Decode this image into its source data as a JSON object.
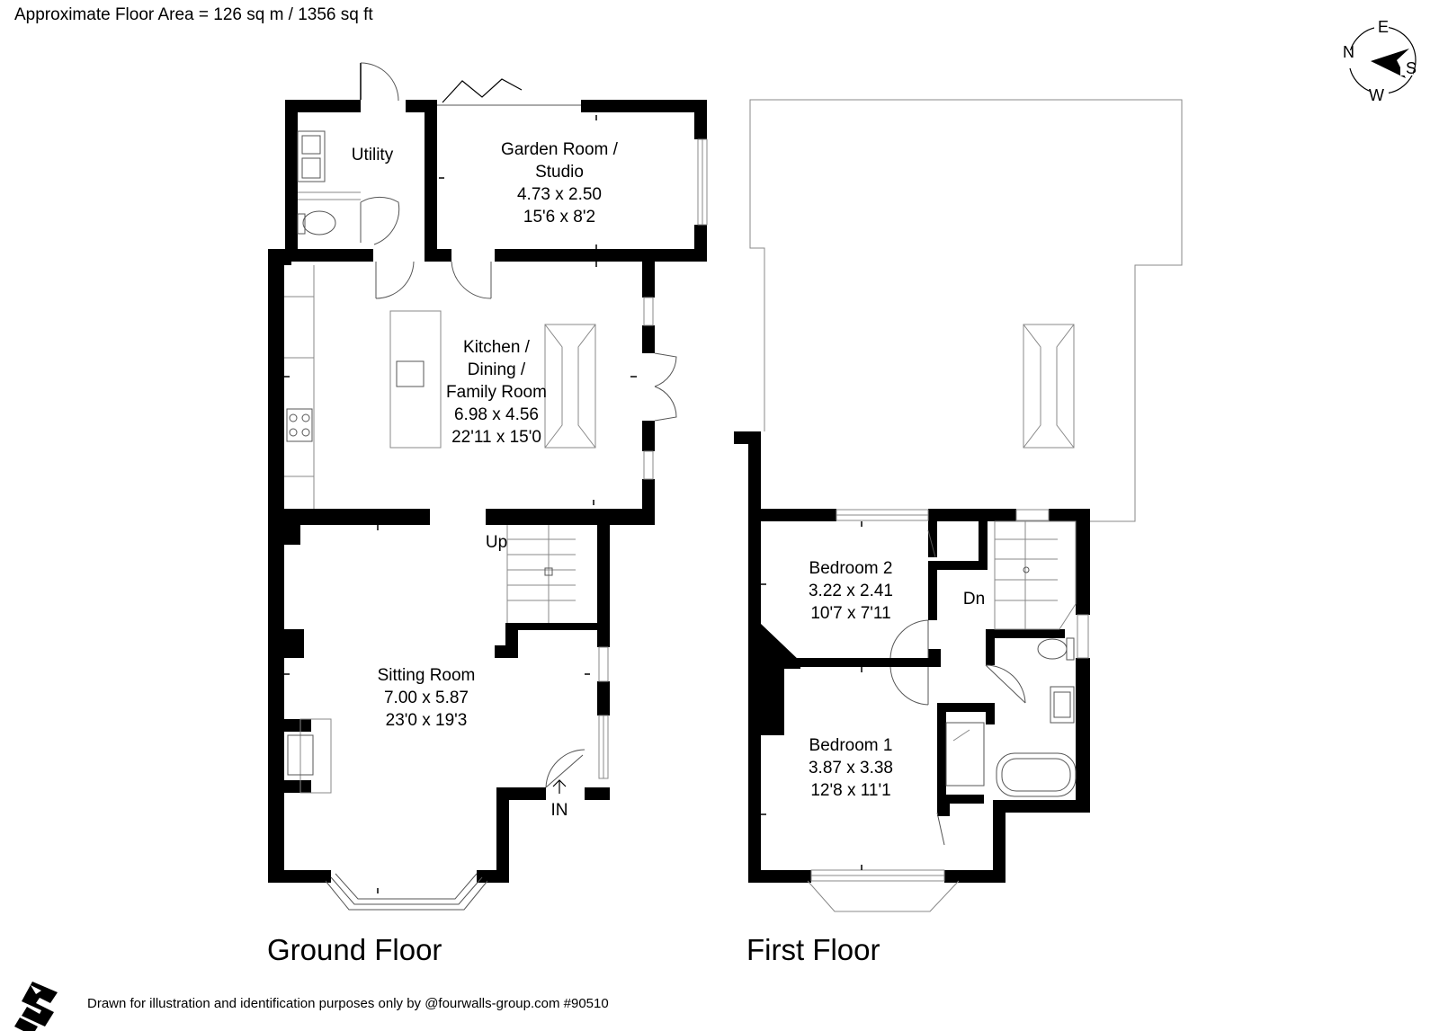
{
  "header": {
    "floor_area": "Approximate Floor Area = 126 sq m / 1356 sq ft"
  },
  "compass": {
    "n": "N",
    "e": "E",
    "s": "S",
    "w": "W"
  },
  "ground_floor": {
    "title": "Ground Floor",
    "utility": "Utility",
    "garden_room": {
      "name_l1": "Garden Room /",
      "name_l2": "Studio",
      "metric": "4.73 x 2.50",
      "imperial": "15'6 x 8'2"
    },
    "kitchen": {
      "name_l1": "Kitchen /",
      "name_l2": "Dining /",
      "name_l3": "Family Room",
      "metric": "6.98 x 4.56",
      "imperial": "22'11 x 15'0"
    },
    "sitting": {
      "name": "Sitting Room",
      "metric": "7.00 x 5.87",
      "imperial": "23'0 x 19'3"
    },
    "up": "Up",
    "entrance": "IN"
  },
  "first_floor": {
    "title": "First Floor",
    "bedroom2": {
      "name": "Bedroom 2",
      "metric": "3.22 x 2.41",
      "imperial": "10'7 x 7'11"
    },
    "bedroom1": {
      "name": "Bedroom 1",
      "metric": "3.87 x 3.38",
      "imperial": "12'8 x 11'1"
    },
    "down": "Dn"
  },
  "footer": {
    "disclaimer": "Drawn for illustration and identification purposes only by @fourwalls-group.com #90510"
  }
}
